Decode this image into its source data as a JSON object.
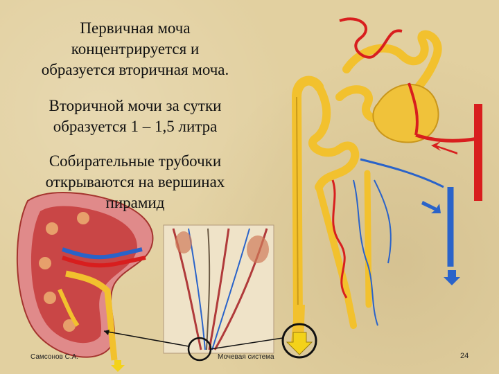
{
  "text": {
    "line1": "Первичная моча",
    "line2": "концентрируется и",
    "line3": "образуется вторичная моча.",
    "line4": "Вторичной мочи за сутки",
    "line5": "образуется 1 – 1,5 литра",
    "line6": "Собирательные трубочки",
    "line7": "открываются на вершинах",
    "line8": "пирамид"
  },
  "footer": {
    "author": "Самсонов С.А.",
    "subject": "Мочевая система",
    "page": "24"
  },
  "colors": {
    "background": "#e2d0a0",
    "artery": "#d81e1e",
    "vein": "#2a63c9",
    "tubule": "#f2c12e",
    "arrow_yellow": "#f3d21a"
  },
  "icons": [
    "circle-highlight-icon",
    "down-arrow-icon",
    "right-arrow-icon",
    "left-arrow-icon"
  ]
}
